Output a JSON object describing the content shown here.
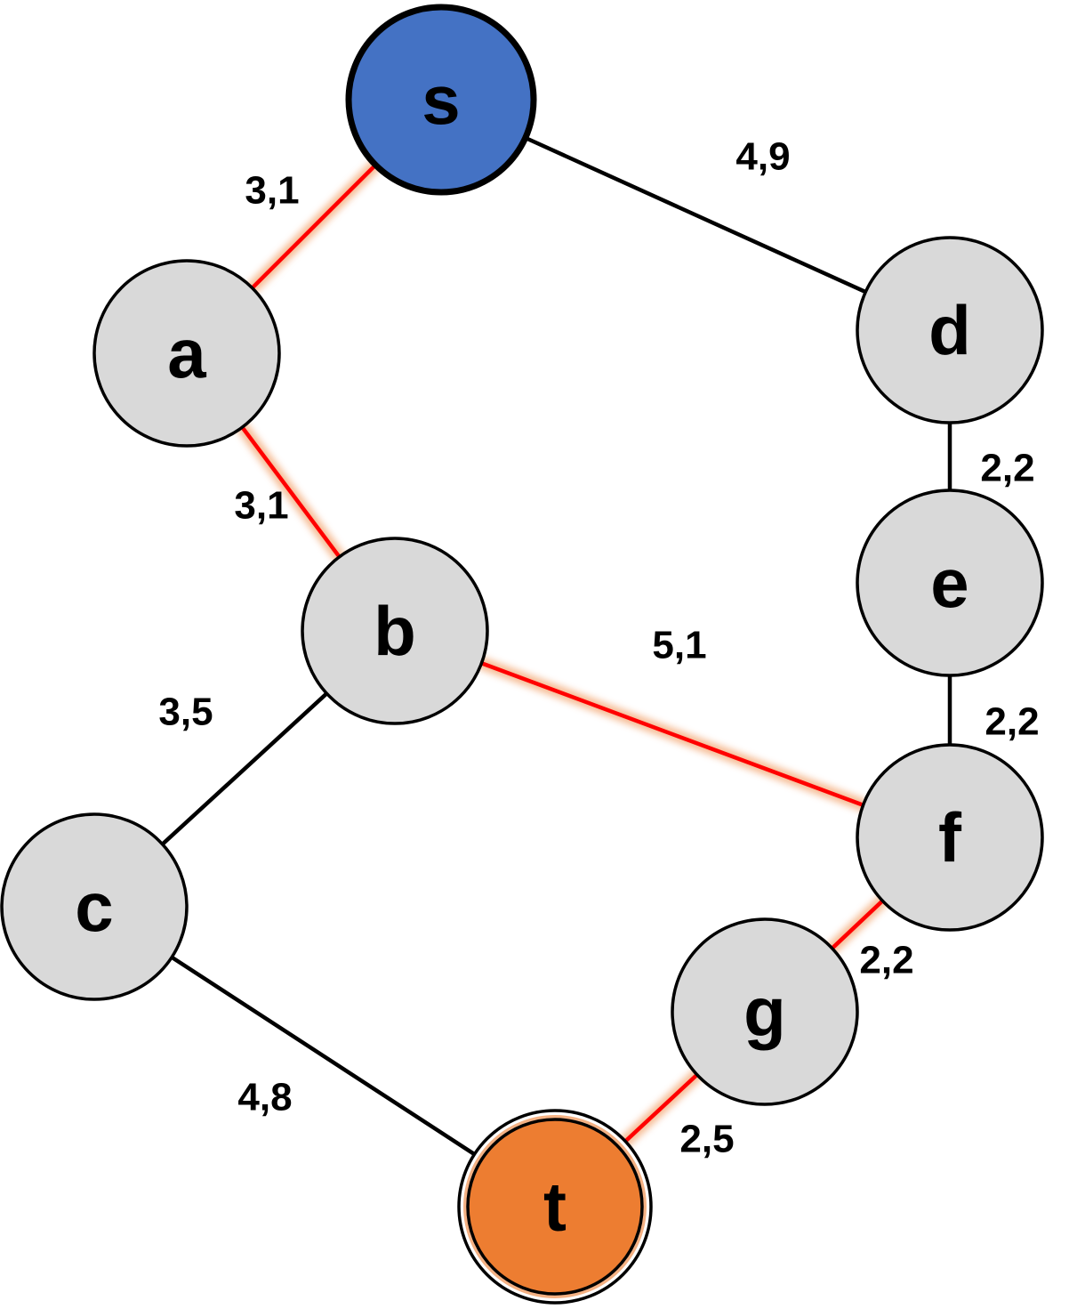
{
  "colors": {
    "node_fill": "#d9d9d9",
    "source_fill": "#4472c4",
    "sink_fill": "#ed7d31",
    "edge": "#000000",
    "highlight_edge": "#ff0000",
    "highlight_glow": "#f4b183"
  },
  "nodes": [
    {
      "id": "s",
      "label": "s",
      "role": "source"
    },
    {
      "id": "a",
      "label": "a",
      "role": "normal"
    },
    {
      "id": "b",
      "label": "b",
      "role": "normal"
    },
    {
      "id": "c",
      "label": "c",
      "role": "normal"
    },
    {
      "id": "d",
      "label": "d",
      "role": "normal"
    },
    {
      "id": "e",
      "label": "e",
      "role": "normal"
    },
    {
      "id": "f",
      "label": "f",
      "role": "normal"
    },
    {
      "id": "g",
      "label": "g",
      "role": "normal"
    },
    {
      "id": "t",
      "label": "t",
      "role": "sink"
    }
  ],
  "edges": [
    {
      "from": "s",
      "to": "a",
      "label": "3,1",
      "highlighted": true
    },
    {
      "from": "a",
      "to": "b",
      "label": "3,1",
      "highlighted": true
    },
    {
      "from": "b",
      "to": "f",
      "label": "5,1",
      "highlighted": true
    },
    {
      "from": "f",
      "to": "g",
      "label": "2,2",
      "highlighted": true
    },
    {
      "from": "g",
      "to": "t",
      "label": "2,5",
      "highlighted": true
    },
    {
      "from": "s",
      "to": "d",
      "label": "4,9",
      "highlighted": false
    },
    {
      "from": "d",
      "to": "e",
      "label": "2,2",
      "highlighted": false
    },
    {
      "from": "e",
      "to": "f",
      "label": "2,2",
      "highlighted": false
    },
    {
      "from": "b",
      "to": "c",
      "label": "3,5",
      "highlighted": false
    },
    {
      "from": "c",
      "to": "t",
      "label": "4,8",
      "highlighted": false
    }
  ]
}
